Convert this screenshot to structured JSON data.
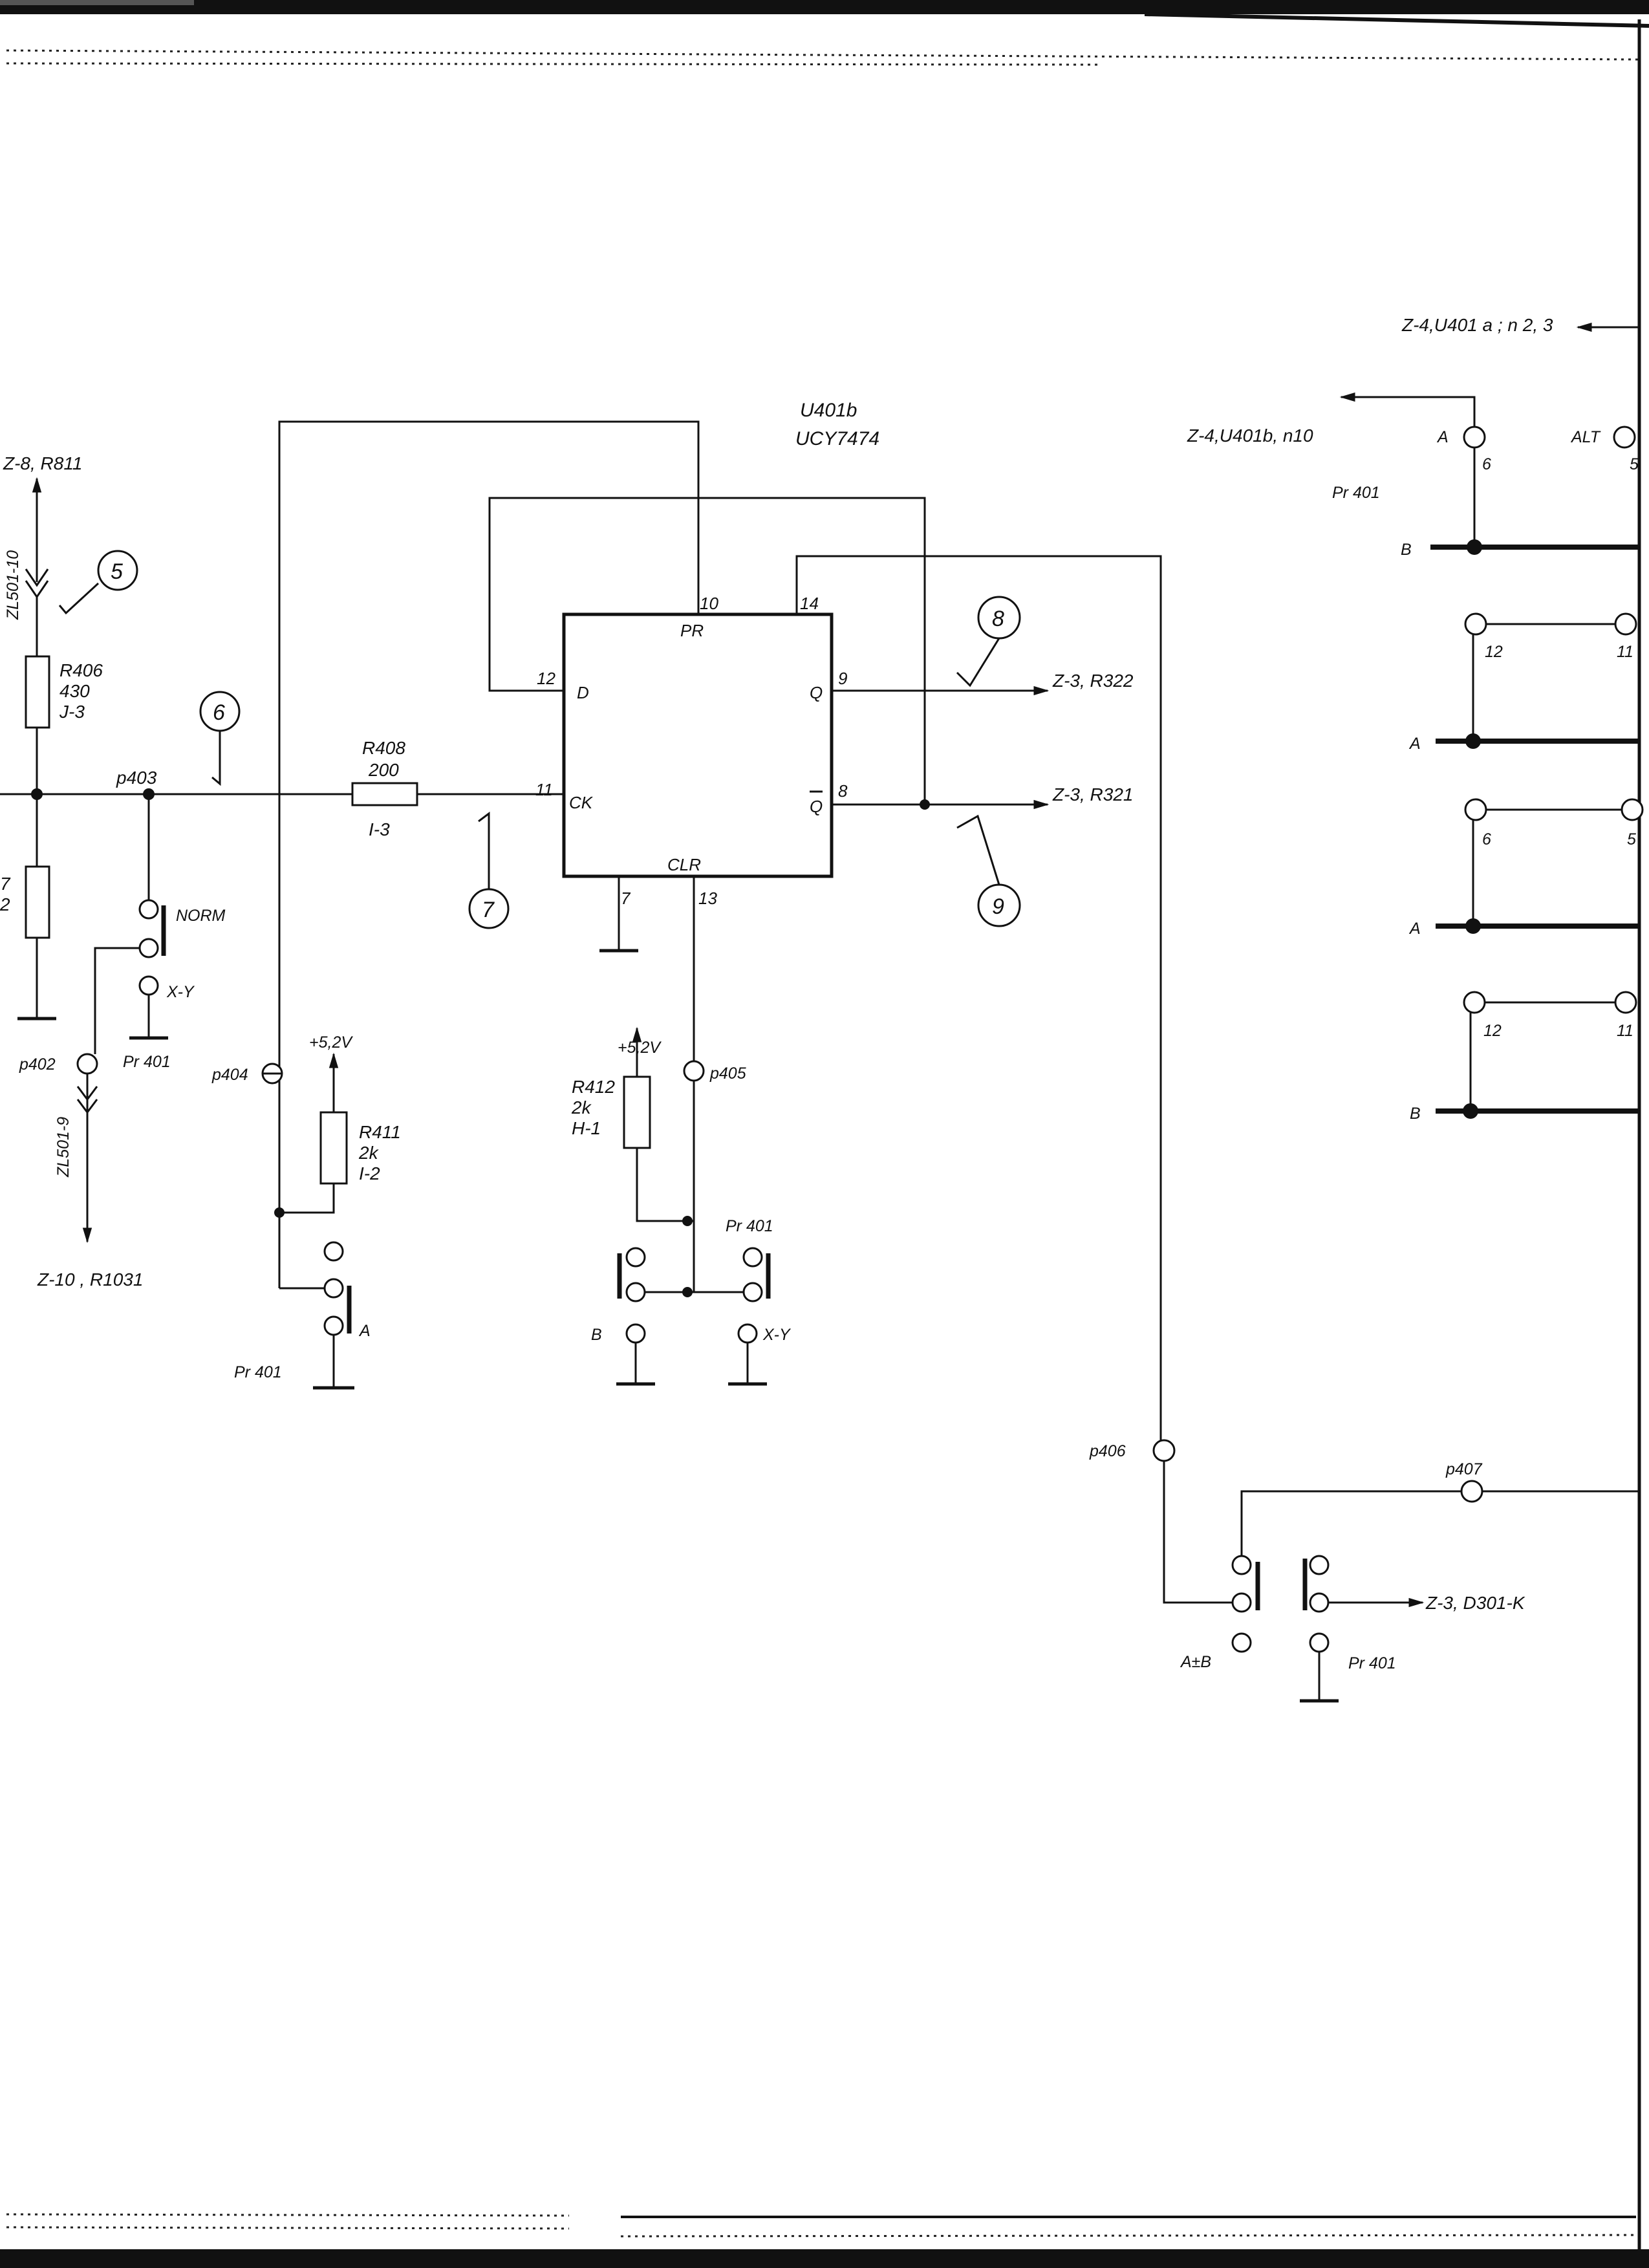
{
  "ic": {
    "ref": "U401b",
    "part": "UCY7474",
    "pins": {
      "pr_num": "10",
      "pr_name": "PR",
      "vcc_num": "14",
      "d_num": "12",
      "d_name": "D",
      "ck_num": "11",
      "ck_name": "CK",
      "q_num": "9",
      "q_name": "Q",
      "qbar_num": "8",
      "qbar_name": "Q",
      "clr_name": "CLR",
      "clr_num": "13",
      "gnd_num": "7"
    }
  },
  "components": {
    "r406": {
      "ref": "R406",
      "value": "430",
      "loc": "J-3"
    },
    "r407": {
      "ref": "7",
      "value": "2"
    },
    "r408": {
      "ref": "R408",
      "value": "200",
      "loc": "I-3"
    },
    "r411": {
      "ref": "R411",
      "value": "2k",
      "loc": "I-2"
    },
    "r412": {
      "ref": "R412",
      "value": "2k",
      "loc": "H-1"
    }
  },
  "nets": {
    "z8": "Z-8, R811",
    "zl501_top": "ZL501-10",
    "zl501_bottom": "ZL501-9",
    "z10": "Z-10 , R1031",
    "z3_r322": "Z-3, R322",
    "z3_r321": "Z-3, R321",
    "z4_u401a": "Z-4,U401 a ; n 2, 3",
    "z4_u401b": "Z-4,U401b, n10",
    "z3_d301": "Z-3, D301-K",
    "supply1": "+5,2V",
    "supply2": "+5,2V"
  },
  "points": {
    "p402": "p402",
    "p403": "p403",
    "p404": "p404",
    "p405": "p405",
    "p406": "p406",
    "p407": "p407"
  },
  "switches": {
    "pr401": "Pr 401",
    "norm": "NORM",
    "xy": "X-Y",
    "a": "A",
    "b": "B",
    "alt": "ALT",
    "apb": "A±B",
    "pin6": "6",
    "pin5": "5",
    "pin12": "12",
    "pin11": "11"
  },
  "test_points": [
    "5",
    "6",
    "7",
    "8",
    "9"
  ]
}
